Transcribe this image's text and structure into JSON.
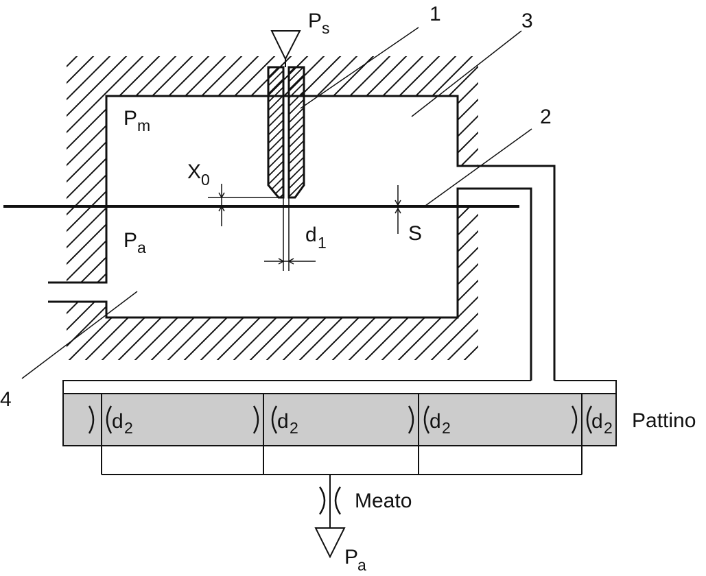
{
  "labels": {
    "ps_main": "P",
    "ps_sub": "s",
    "pm_main": "P",
    "pm_sub": "m",
    "pa_main": "P",
    "pa_sub": "a",
    "x0_main": "X",
    "x0_sub": "0",
    "d1_main": "d",
    "d1_sub": "1",
    "s": "S",
    "num1": "1",
    "num2": "2",
    "num3": "3",
    "num4": "4",
    "pattino": "Pattino",
    "meato": "Meato",
    "pa_out_main": "P",
    "pa_out_sub": "a"
  },
  "pad_orifices": [
    {
      "main": "d",
      "sub": "2"
    },
    {
      "main": "d",
      "sub": "2"
    },
    {
      "main": "d",
      "sub": "2"
    },
    {
      "main": "d",
      "sub": "2"
    }
  ],
  "colors": {
    "line": "#111111",
    "pad_fill": "#cccccc",
    "background": "#ffffff"
  }
}
